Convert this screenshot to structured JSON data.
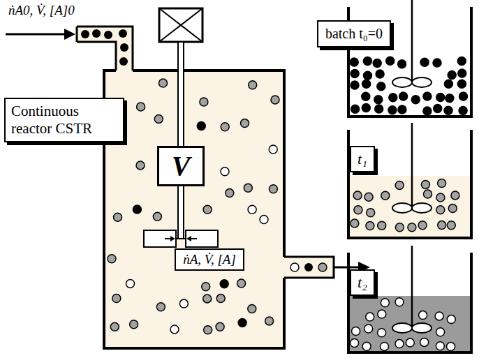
{
  "diagram": {
    "nodes": [
      {
        "text": [
          "Continuous reactor CSTR"
        ]
      },
      {
        "text": [
          "V"
        ]
      },
      {
        "text": [
          "batch t₀=0"
        ]
      },
      {
        "text": [
          "t₁"
        ]
      },
      {
        "text": [
          "t₂"
        ]
      }
    ],
    "labels": [
      "ṅA0, V̇, [A]0",
      "ṅA, V̇, [A]"
    ]
  }
}
